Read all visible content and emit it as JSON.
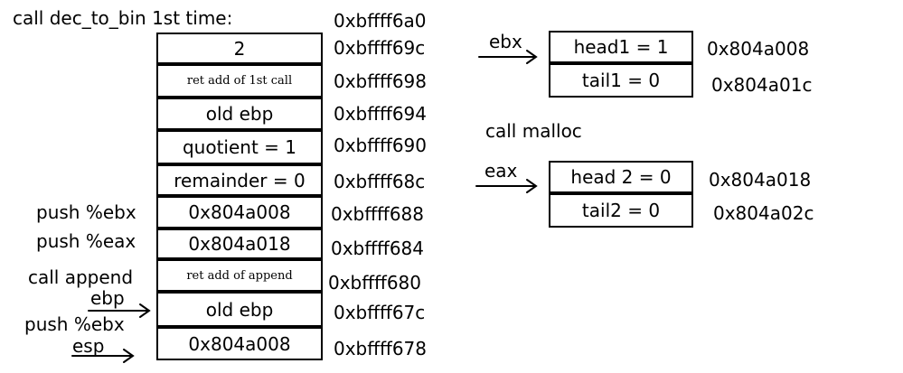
{
  "title": "call dec_to_bin  1st  time:",
  "top_address": "0xbffff6a0",
  "stack": [
    {
      "value": "2",
      "address": "0xbffff69c"
    },
    {
      "value": "ret add of 1st call",
      "address": "0xbffff698"
    },
    {
      "value": "old ebp",
      "address": "0xbffff694"
    },
    {
      "value": "quotient = 1",
      "address": "0xbffff690"
    },
    {
      "value": "remainder = 0",
      "address": "0xbffff68c"
    },
    {
      "value": "0x804a008",
      "address": "0xbffff688"
    },
    {
      "value": "0x804a018",
      "address": "0xbffff684"
    },
    {
      "value": "ret add of append",
      "address": "0xbffff680"
    },
    {
      "value": "old ebp",
      "address": "0xbffff67c"
    },
    {
      "value": "0x804a008",
      "address": "0xbffff678"
    }
  ],
  "left_labels": {
    "push_ebx": "push %ebx",
    "push_eax": "push %eax",
    "call_append": "call append",
    "ebp": "ebp",
    "push_ebx2": "push %ebx",
    "esp": "esp"
  },
  "heap": {
    "ebx_label": "ebx",
    "block1": [
      {
        "value": "head1 = 1",
        "address": "0x804a008"
      },
      {
        "value": "tail1 =  0",
        "address": "0x804a01c"
      }
    ],
    "call_malloc": "call malloc",
    "eax_label": "eax",
    "block2": [
      {
        "value": "head 2 = 0",
        "address": "0x804a018"
      },
      {
        "value": "tail2 = 0",
        "address": "0x804a02c"
      }
    ]
  }
}
